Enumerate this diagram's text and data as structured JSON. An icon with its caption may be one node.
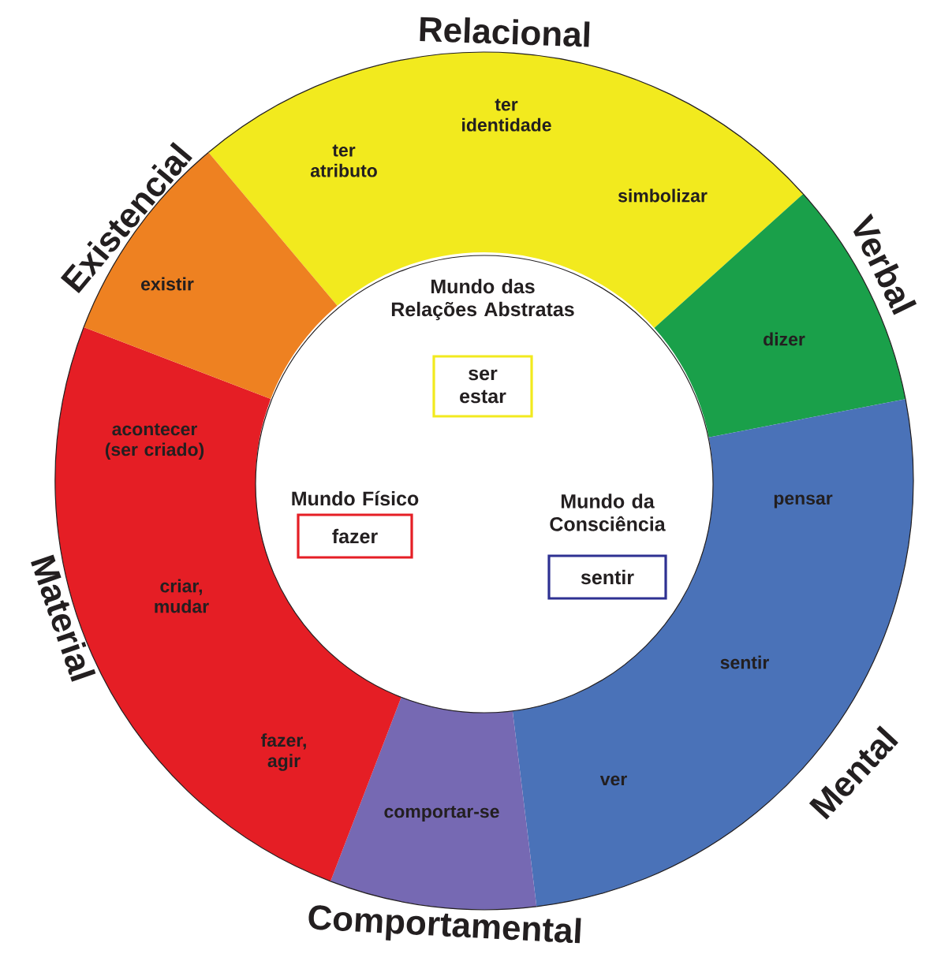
{
  "diagram": {
    "nodes": [
      {
        "text": [
          "ter atributo",
          "ter identidade",
          "simbolizar"
        ],
        "beside": [
          "Relacional"
        ]
      },
      {
        "text": [
          "dizer"
        ],
        "beside": [
          "Verbal"
        ]
      },
      {
        "text": [
          "pensar",
          "sentir",
          "ver"
        ],
        "beside": [
          "Mental"
        ]
      },
      {
        "text": [
          "comportar-se"
        ],
        "beside": [
          "Comportamental"
        ]
      },
      {
        "text": [
          "acontecer (ser criado)",
          "criar, mudar",
          "fazer, agir"
        ],
        "beside": [
          "Material"
        ]
      },
      {
        "text": [
          "existir"
        ],
        "beside": [
          "Existencial"
        ]
      },
      {
        "text": [],
        "shape": "circle"
      },
      {
        "text": [
          "Mundo das Relações Abstratas",
          "ser estar"
        ],
        "in": 6
      },
      {
        "text": [
          "Mundo Físico",
          "fazer"
        ],
        "in": 6
      },
      {
        "text": [
          "Mundo da Consciência",
          "sentir"
        ],
        "in": 6
      }
    ]
  }
}
